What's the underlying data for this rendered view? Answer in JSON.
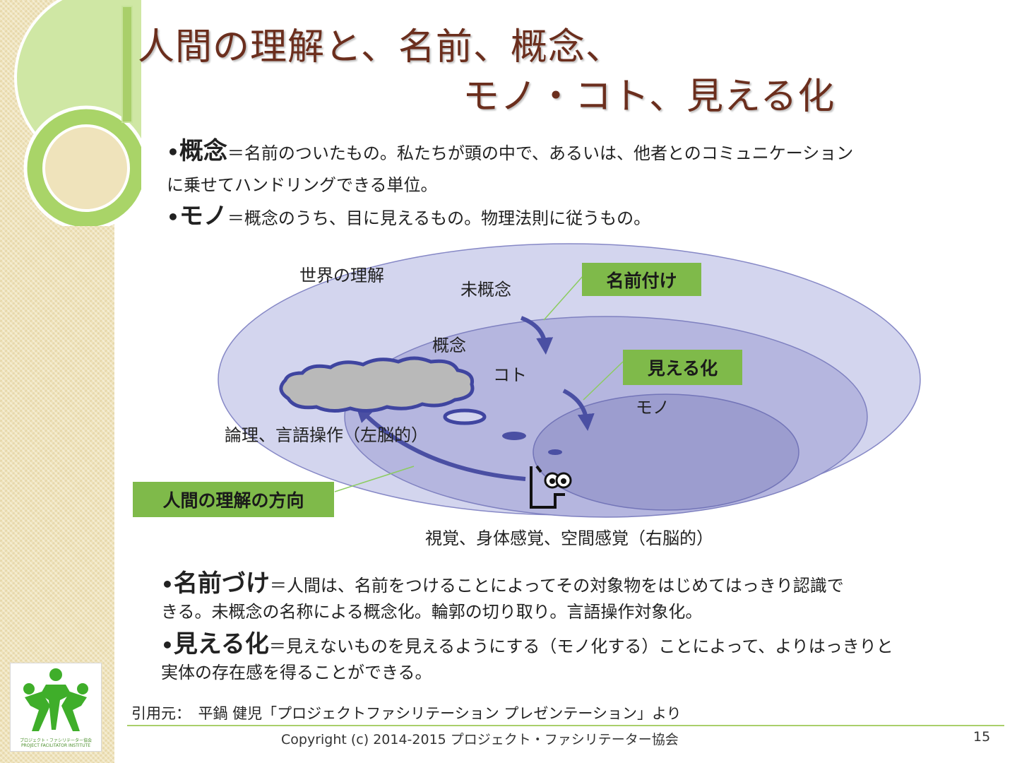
{
  "slide": {
    "title_line1": "人間の理解と、名前、概念、",
    "title_line2": "モノ・コト、見える化",
    "page_number": "15"
  },
  "definitions_top": [
    {
      "term": "概念",
      "text_line1": "＝名前のついたもの。私たちが頭の中で、あるいは、他者とのコミュニケーション",
      "text_line2": "に乗せてハンドリングできる単位。"
    },
    {
      "term": "モノ",
      "text_line1": "＝概念のうち、目に見えるもの。物理法則に従うもの。"
    }
  ],
  "diagram": {
    "outer_label": "世界の理解",
    "unconcept_label": "未概念",
    "concept_label": "概念",
    "koto_label": "コト",
    "mono_label": "モノ",
    "left_brain_label": "論理、言語操作（左脳的）",
    "right_brain_label": "視覚、身体感覚、空間感覚（右脳的）",
    "tag_naming": "名前付け",
    "tag_visualize": "見える化",
    "tag_direction": "人間の理解の方向"
  },
  "definitions_bottom": [
    {
      "term": "名前づけ",
      "text_line1": "＝人間は、名前をつけることによってその対象物をはじめてはっきり認識で",
      "text_line2": "きる。未概念の名称による概念化。輪郭の切り取り。言語操作対象化。"
    },
    {
      "term": "見える化",
      "text_line1": "＝見えないものを見えるようにする（モノ化する）ことによって、よりはっきりと",
      "text_line2": "実体の存在感を得ることができる。"
    }
  ],
  "footer": {
    "source": "引用元：　平鍋 健児「プロジェクトファシリテーション プレゼンテーション」より",
    "copyright": "Copyright (c) 2014-2015 プロジェクト・ファシリテーター協会",
    "logo_text": "プロジェクト・ファシリテーター協会 PROJECT FACILITATOR INSTITUTE"
  },
  "colors": {
    "title": "#6b2e1d",
    "accent_green": "#a9cf6a",
    "tag_green": "#7fba4a",
    "outer_ellipse": "#d3d5ee",
    "middle_ellipse": "#b5b6df",
    "inner_ellipse": "#9c9dcf",
    "arrow": "#4a4fa3",
    "cloud": "#b9b9b9"
  }
}
